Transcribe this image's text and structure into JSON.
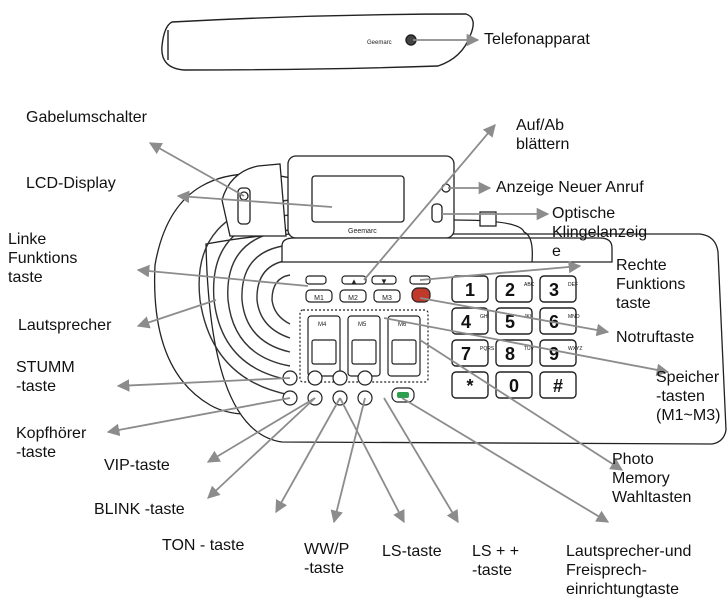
{
  "labels": {
    "telefonapparat": "Telefonapparat",
    "gabelumschalter": "Gabelumschalter",
    "lcd_display": "LCD-Display",
    "auf_ab_1": "Auf/Ab",
    "auf_ab_2": "blättern",
    "anzeige_neuer_anruf": "Anzeige Neuer Anruf",
    "optische_1": "Optische",
    "optische_2": "Klingelanzeig",
    "optische_3": "e",
    "linke_1": "Linke",
    "linke_2": "Funktions",
    "linke_3": "taste",
    "rechte_1": "Rechte",
    "rechte_2": "Funktions",
    "rechte_3": "taste",
    "lautsprecher": "Lautsprecher",
    "notruftaste": "Notruftaste",
    "stumm_1": "STUMM",
    "stumm_2": "-taste",
    "speicher_1": "Speicher",
    "speicher_2": "-tasten",
    "speicher_3": "(M1~M3)",
    "kopfhoerer_1": "Kopfhörer",
    "kopfhoerer_2": "-taste",
    "vip": "VIP-taste",
    "blink": "BLINK -taste",
    "ton": "TON - taste",
    "wwp_1": "WW/P",
    "wwp_2": "-taste",
    "ls": "LS-taste",
    "lspp_1": "LS + +",
    "lspp_2": "-taste",
    "photo_1": "Photo",
    "photo_2": "Memory",
    "photo_3": "Wahltasten",
    "lsf_1": "Lautsprecher-und",
    "lsf_2": "Freisprech-",
    "lsf_3": "einrichtungtaste"
  },
  "device": {
    "brand": "Geemarc",
    "memory_keys": [
      "M1",
      "M2",
      "M3"
    ],
    "photo_keys": [
      "M4",
      "M5",
      "M6"
    ],
    "keypad": [
      {
        "digit": "1",
        "letters": ""
      },
      {
        "digit": "2",
        "letters": "ABC"
      },
      {
        "digit": "3",
        "letters": "DEF"
      },
      {
        "digit": "4",
        "letters": "GHI"
      },
      {
        "digit": "5",
        "letters": "JKL"
      },
      {
        "digit": "6",
        "letters": "MNO"
      },
      {
        "digit": "7",
        "letters": "PQRS"
      },
      {
        "digit": "8",
        "letters": "TUV"
      },
      {
        "digit": "9",
        "letters": "WXYZ"
      },
      {
        "digit": "*",
        "letters": ""
      },
      {
        "digit": "0",
        "letters": ""
      },
      {
        "digit": "#",
        "letters": ""
      }
    ]
  },
  "colors": {
    "line": "#222222",
    "arrow": "#8c8c8c",
    "red_button": "#c0392b",
    "green_button": "#2e9e4f"
  }
}
